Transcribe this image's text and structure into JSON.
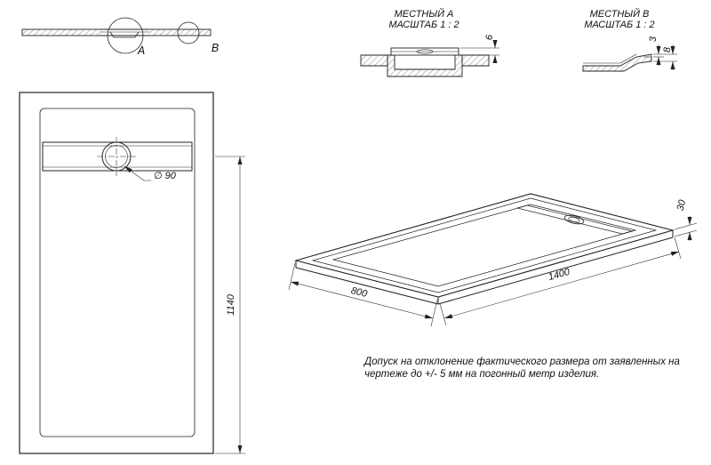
{
  "detail_a": {
    "title": "МЕСТНЫЙ A",
    "scale": "МАСШТАБ 1 : 2",
    "dim_cover_thickness": "6"
  },
  "detail_b": {
    "title": "МЕСТНЫЙ B",
    "scale": "МАСШТАБ 1 : 2",
    "dim_top_layer": "3",
    "dim_edge_height": "8"
  },
  "section": {
    "callout_a": "A",
    "callout_b": "B"
  },
  "plan": {
    "drain_label": "∅ 90",
    "dim_length_to_drain": "1140"
  },
  "iso": {
    "dim_width": "800",
    "dim_length": "1400",
    "dim_height": "30"
  },
  "note": {
    "line1": "Допуск на отклонение фактического размера от заявленных на",
    "line2": "чертеже до +/- 5 мм на погонный метр изделия."
  }
}
